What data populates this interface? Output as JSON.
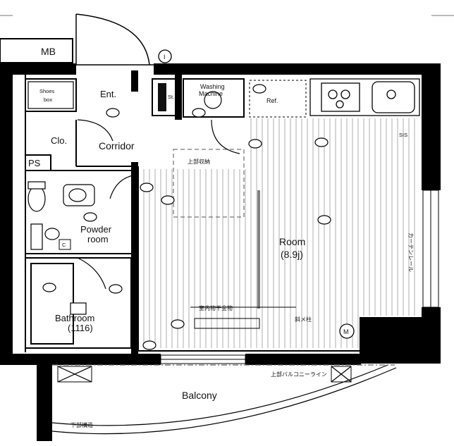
{
  "rooms": {
    "mb": "MB",
    "entrance": "Ent.",
    "shoes_box": [
      "Shoes",
      "box"
    ],
    "storage": "St.",
    "washing_machine": [
      "Washing",
      "Machine"
    ],
    "refrigerator": "Ref.",
    "closet": "Clo.",
    "corridor": "Corridor",
    "ps": "PS",
    "powder_room": [
      "Powder",
      "room"
    ],
    "room": "Room",
    "room_size": "(8.9j)",
    "bathroom": "Bathroom",
    "bathroom_size": "(1116)",
    "balcony": "Balcony"
  },
  "markers": {
    "intercom": "I",
    "meter": "M",
    "c_symbol": "C"
  },
  "annotations": {
    "upper_storage": "上部収納",
    "indoor_drying": "室内物干金物",
    "slanted_column": "斜メ柱",
    "upper_balcony_line": "上部バルコニーライン",
    "lower_balcony_edge": "下部構造",
    "kitchen_tag": "SIS",
    "rail_tag": "カーテンレール"
  }
}
